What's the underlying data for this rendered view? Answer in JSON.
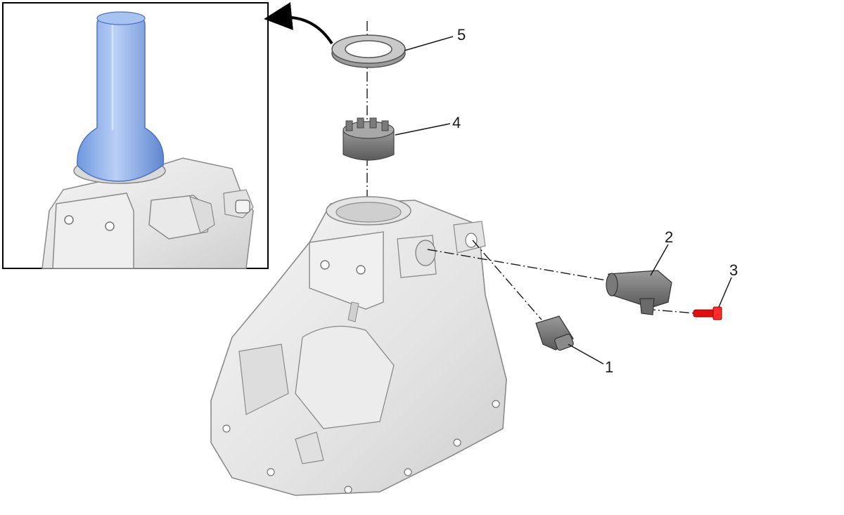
{
  "callouts": [
    {
      "id": "1",
      "label": "1"
    },
    {
      "id": "2",
      "label": "2"
    },
    {
      "id": "3",
      "label": "3"
    },
    {
      "id": "4",
      "label": "4"
    },
    {
      "id": "5",
      "label": "5"
    }
  ],
  "colors": {
    "housing": "#e6e6e6",
    "housing_edge": "#8a8a8a",
    "sensor": "#6e6e6e",
    "bolt": "#e01010",
    "tool_highlight": "#8eb4f0",
    "line": "#1a1a1a"
  }
}
